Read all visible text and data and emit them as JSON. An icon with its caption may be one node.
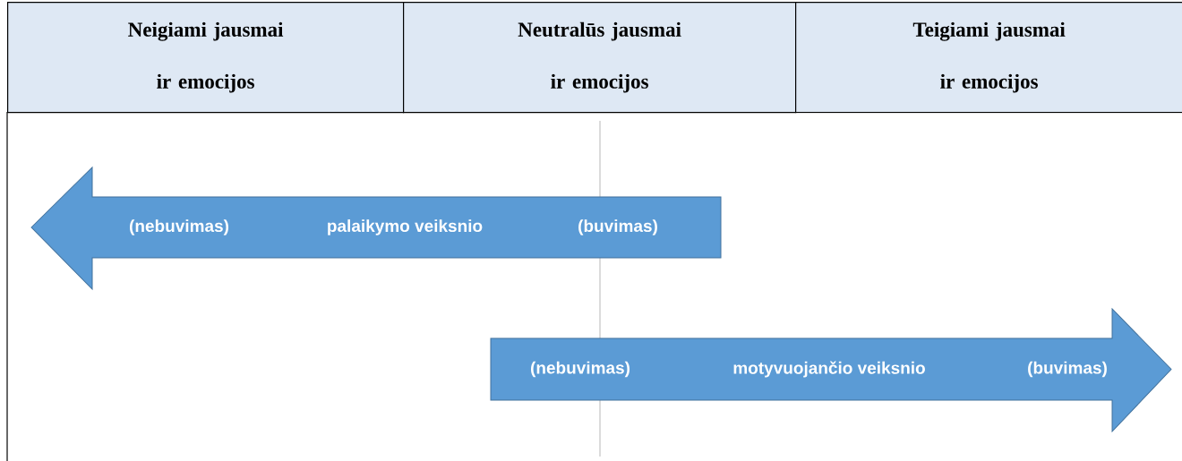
{
  "diagram": {
    "nodes": [
      {
        "text": [
          "Neigiami jausmai ir emocijos"
        ]
      },
      {
        "text": [
          "Neutralūs jausmai ir emocijos"
        ]
      },
      {
        "text": [
          "Teigiami jausmai ir emocijos"
        ]
      },
      {
        "text": [
          "(nebuvimas)",
          "palaikymo veiksnio",
          "(buvimas)"
        ]
      },
      {
        "text": [
          "(nebuvimas)",
          "motyvuojančio veiksnio",
          "(buvimas)"
        ]
      }
    ]
  }
}
